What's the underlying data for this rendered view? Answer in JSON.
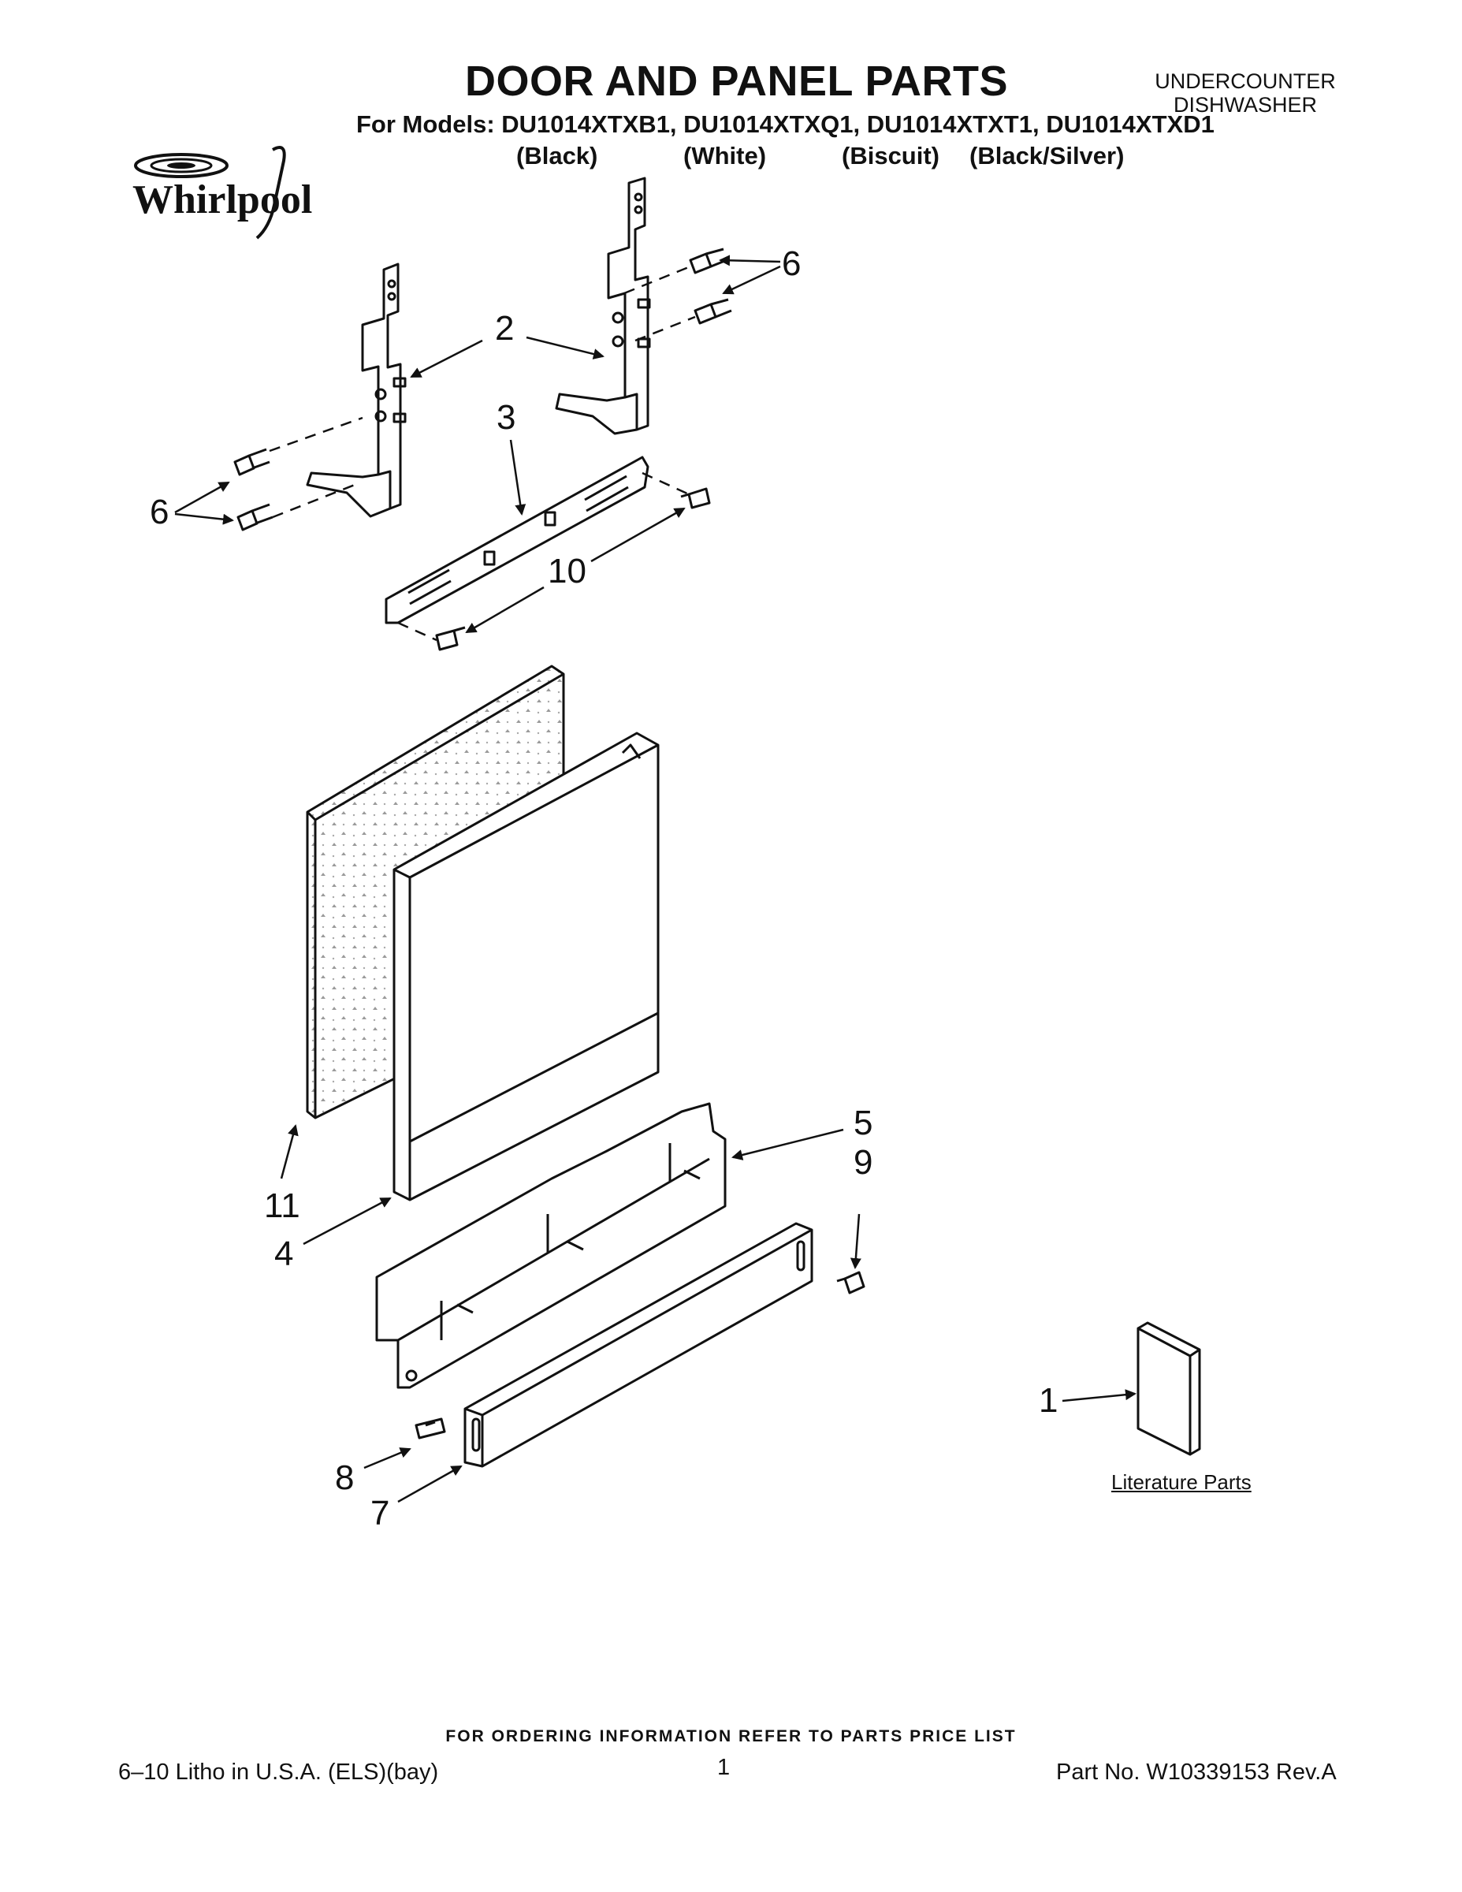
{
  "header": {
    "title": "DOOR AND PANEL PARTS",
    "models": "For Models: DU1014XTXB1, DU1014XTXQ1, DU1014XTXT1, DU1014XTXD1",
    "colors": [
      "(Black)",
      "(White)",
      "(Biscuit)",
      "(Black/Silver)"
    ],
    "appliance_line1": "UNDERCOUNTER",
    "appliance_line2": "DISHWASHER",
    "brand": "Whirlpool"
  },
  "callouts": {
    "c1": "1",
    "c2": "2",
    "c3": "3",
    "c4": "4",
    "c5": "5",
    "c6a": "6",
    "c6b": "6",
    "c7": "7",
    "c8": "8",
    "c9": "9",
    "c10": "10",
    "c11": "11"
  },
  "literature_label": "Literature Parts",
  "footer": {
    "ordering": "FOR ORDERING INFORMATION REFER TO PARTS PRICE LIST",
    "litho": "6–10 Litho in U.S.A. (ELS)(bay)",
    "page": "1",
    "part_no": "Part No. W10339153 Rev.A"
  },
  "colors": {
    "ink": "#111111",
    "panel_texture": "#bdbdbd",
    "background": "#ffffff"
  }
}
